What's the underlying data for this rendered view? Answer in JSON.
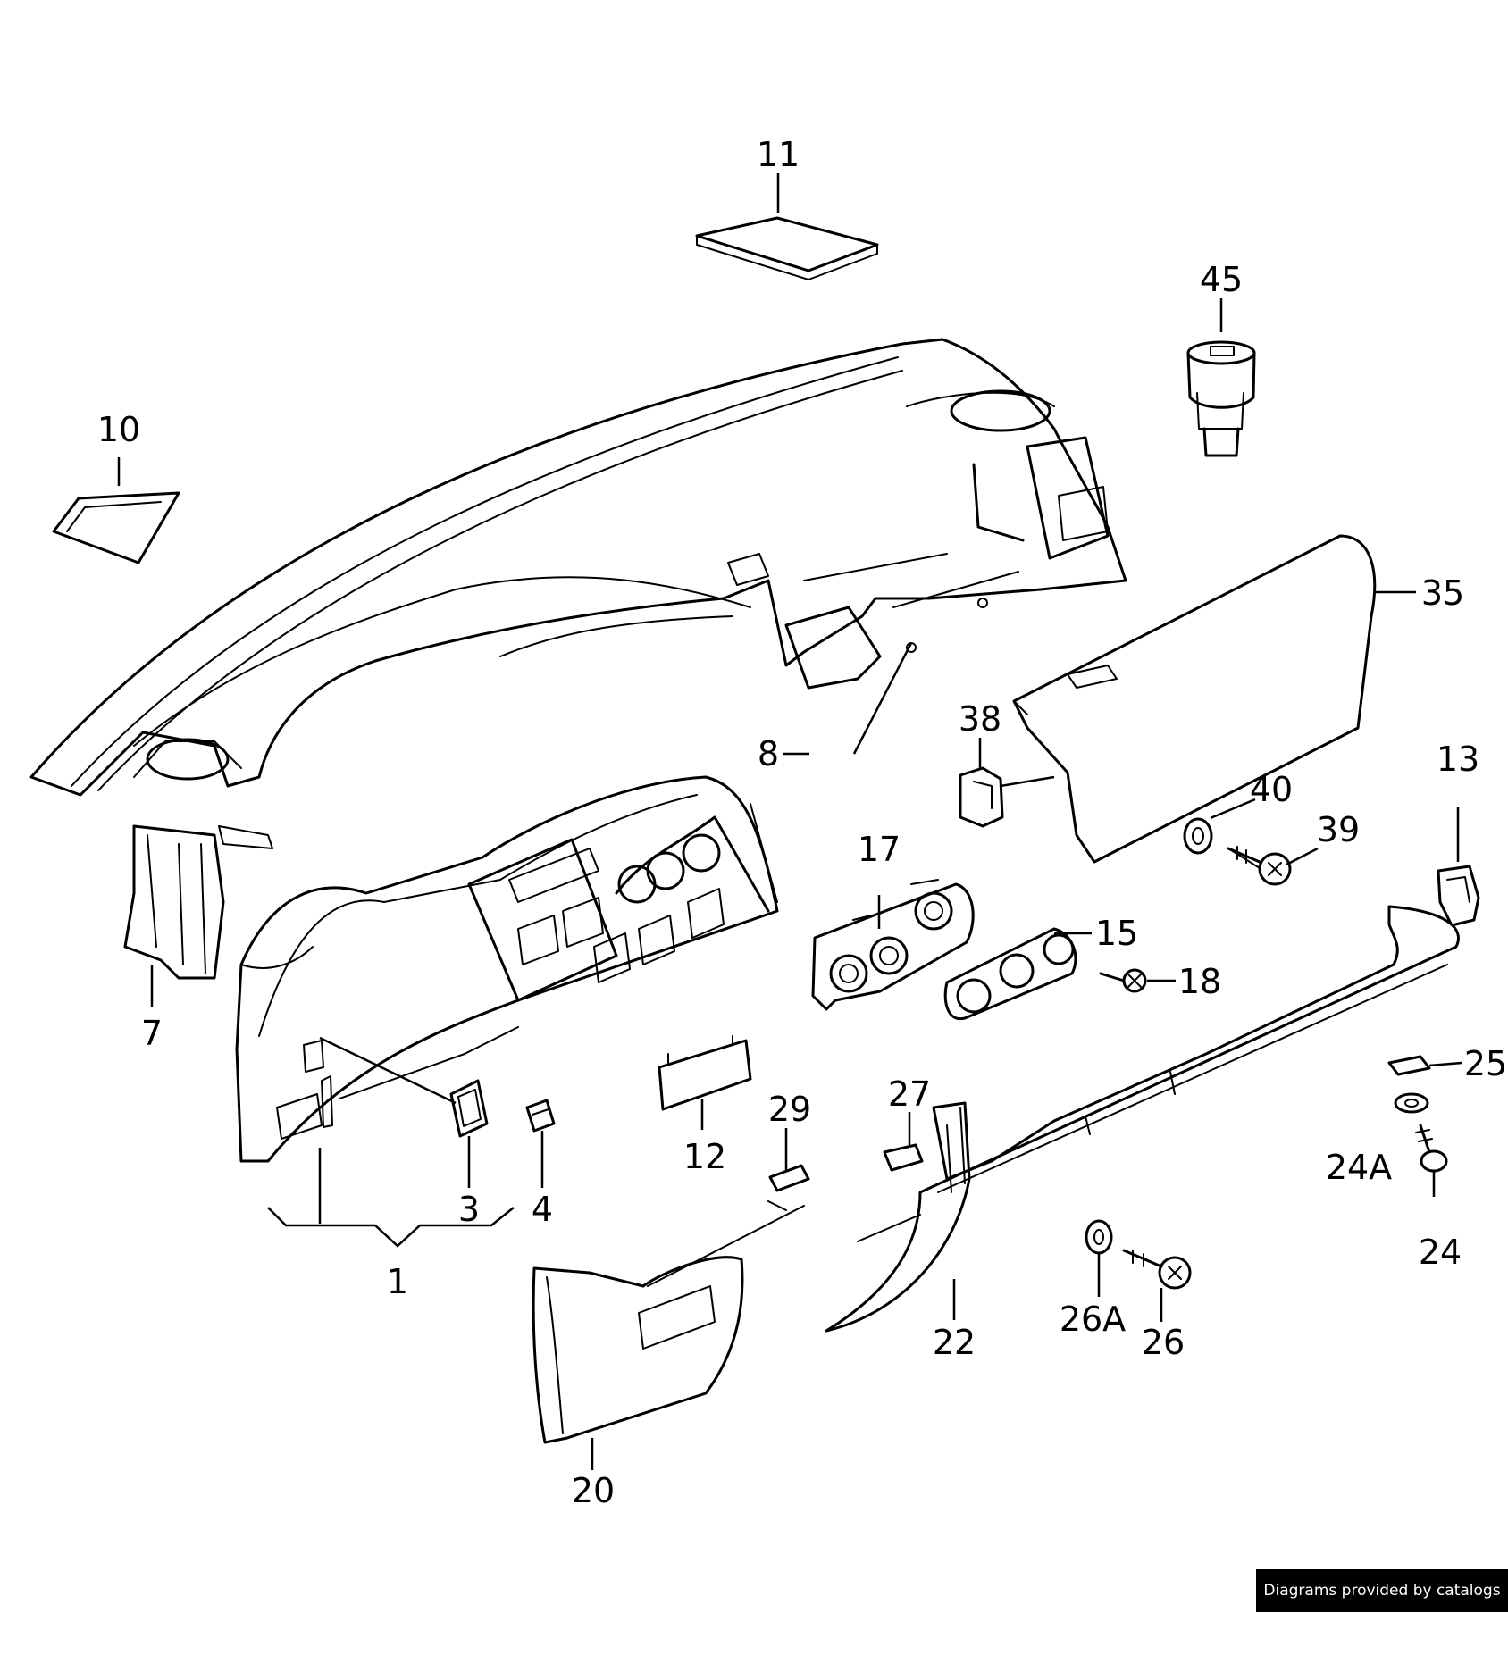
{
  "diagram": {
    "labels": {
      "p1": "1",
      "p3": "3",
      "p4": "4",
      "p7": "7",
      "p8": "8",
      "p10": "10",
      "p11": "11",
      "p12": "12",
      "p13": "13",
      "p15": "15",
      "p17": "17",
      "p18": "18",
      "p20": "20",
      "p22": "22",
      "p24": "24",
      "p24a": "24A",
      "p25": "25",
      "p26": "26",
      "p26a": "26A",
      "p27": "27",
      "p29": "29",
      "p35": "35",
      "p38": "38",
      "p39": "39",
      "p40": "40",
      "p45": "45"
    }
  },
  "footer": {
    "credit": "Diagrams provided by catalogs parts"
  }
}
